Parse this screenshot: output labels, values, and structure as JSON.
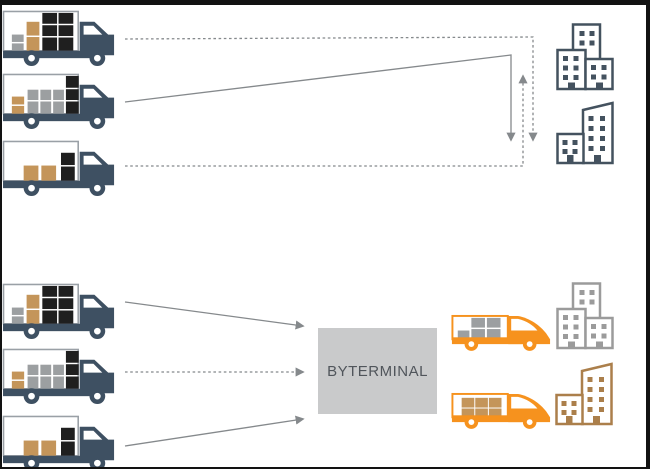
{
  "frame": {
    "background": "#ffffff",
    "border_color": "#121212"
  },
  "colors": {
    "truck_body": "#3e5062",
    "box_black": "#1f1f1f",
    "box_tan": "#c4955a",
    "box_gray": "#9c9fa1",
    "van_orange": "#f6921e",
    "building_slate": "#44525f",
    "building_gray": "#9b9b9b",
    "building_brown": "#ab7f4b",
    "route_line": "#85898c",
    "terminal_fill": "#c9cacb",
    "terminal_text": "#50555b"
  },
  "top_section": {
    "trucks": [
      {
        "icon": "truck-load-gray-tan-black"
      },
      {
        "icon": "truck-load-tan-gray-black"
      },
      {
        "icon": "truck-load-tan-black-partial"
      }
    ],
    "building_clusters": [
      {
        "icon": "building-cluster-three",
        "color": "#44525f"
      },
      {
        "icon": "building-cluster-two",
        "color": "#44525f"
      }
    ],
    "routes": [
      {
        "style": "dashed",
        "arrow": "down"
      },
      {
        "style": "solid",
        "arrow": "down"
      },
      {
        "style": "dashed",
        "arrow": "up"
      }
    ]
  },
  "bottom_section": {
    "trucks": [
      {
        "icon": "truck-load-gray-tan-black"
      },
      {
        "icon": "truck-load-tan-gray-black"
      },
      {
        "icon": "truck-load-tan-black-partial"
      }
    ],
    "terminal": {
      "label": "BYTERMINAL"
    },
    "vans": [
      {
        "icon": "van-load-gray"
      },
      {
        "icon": "van-load-tan"
      }
    ],
    "building_clusters": [
      {
        "icon": "building-cluster-three",
        "color": "#9b9b9b"
      },
      {
        "icon": "building-cluster-two",
        "color": "#ab7f4b"
      }
    ],
    "routes": [
      {
        "style": "solid",
        "arrow": "right"
      },
      {
        "style": "dashed",
        "arrow": "right"
      },
      {
        "style": "solid",
        "arrow": "right"
      }
    ]
  }
}
